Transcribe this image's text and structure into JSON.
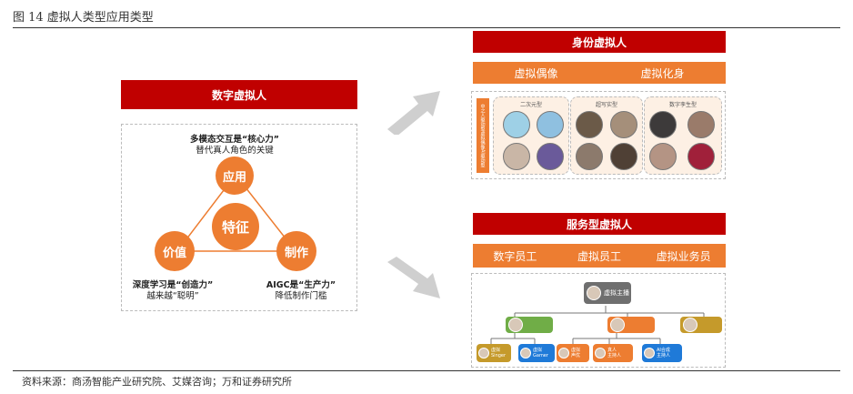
{
  "figure": {
    "title": "图 14   虚拟人类型应用类型",
    "source": "资料来源：商汤智能产业研究院、艾媒咨询；万和证券研究所"
  },
  "left": {
    "header": "数字虚拟人",
    "center": "特征",
    "nodes": {
      "top": "应用",
      "left": "价值",
      "right": "制作"
    },
    "top_caption": {
      "line1": "多模态交互是“核心力”",
      "line2": "替代真人角色的关键"
    },
    "left_caption": {
      "line1": "深度学习是“创造力”",
      "line2": "越来越“聪明”"
    },
    "right_caption": {
      "line1": "AIGC是“生产力”",
      "line2": "降低制作门槛"
    }
  },
  "identity": {
    "header": "身份虚拟人",
    "subtypes": [
      "虚拟偶像",
      "虚拟化身"
    ],
    "side_top": "中之人驱动型",
    "side_mid": "虚拟偶像",
    "side_bottom": "AI驱动型",
    "panels": [
      "二次元型",
      "超写实型",
      "数字孪生型"
    ]
  },
  "service": {
    "header": "服务型虚拟人",
    "subtypes": [
      "数字员工",
      "虚拟员工",
      "虚拟业务员"
    ],
    "root": "虚拟主播",
    "leaves": [
      {
        "line1": "虚拟",
        "line2": "Singer"
      },
      {
        "line1": "虚拟",
        "line2": "Gamer"
      },
      {
        "line1": "虚拟",
        "line2": "声优"
      },
      {
        "line1": "真人",
        "line2": "主持人"
      },
      {
        "line1": "AI合成",
        "line2": "主持人"
      }
    ]
  },
  "colors": {
    "red": "#c00000",
    "orange": "#ed7d31",
    "green": "#70ad47",
    "blue": "#1f7ad8",
    "gold": "#c59a2b"
  }
}
